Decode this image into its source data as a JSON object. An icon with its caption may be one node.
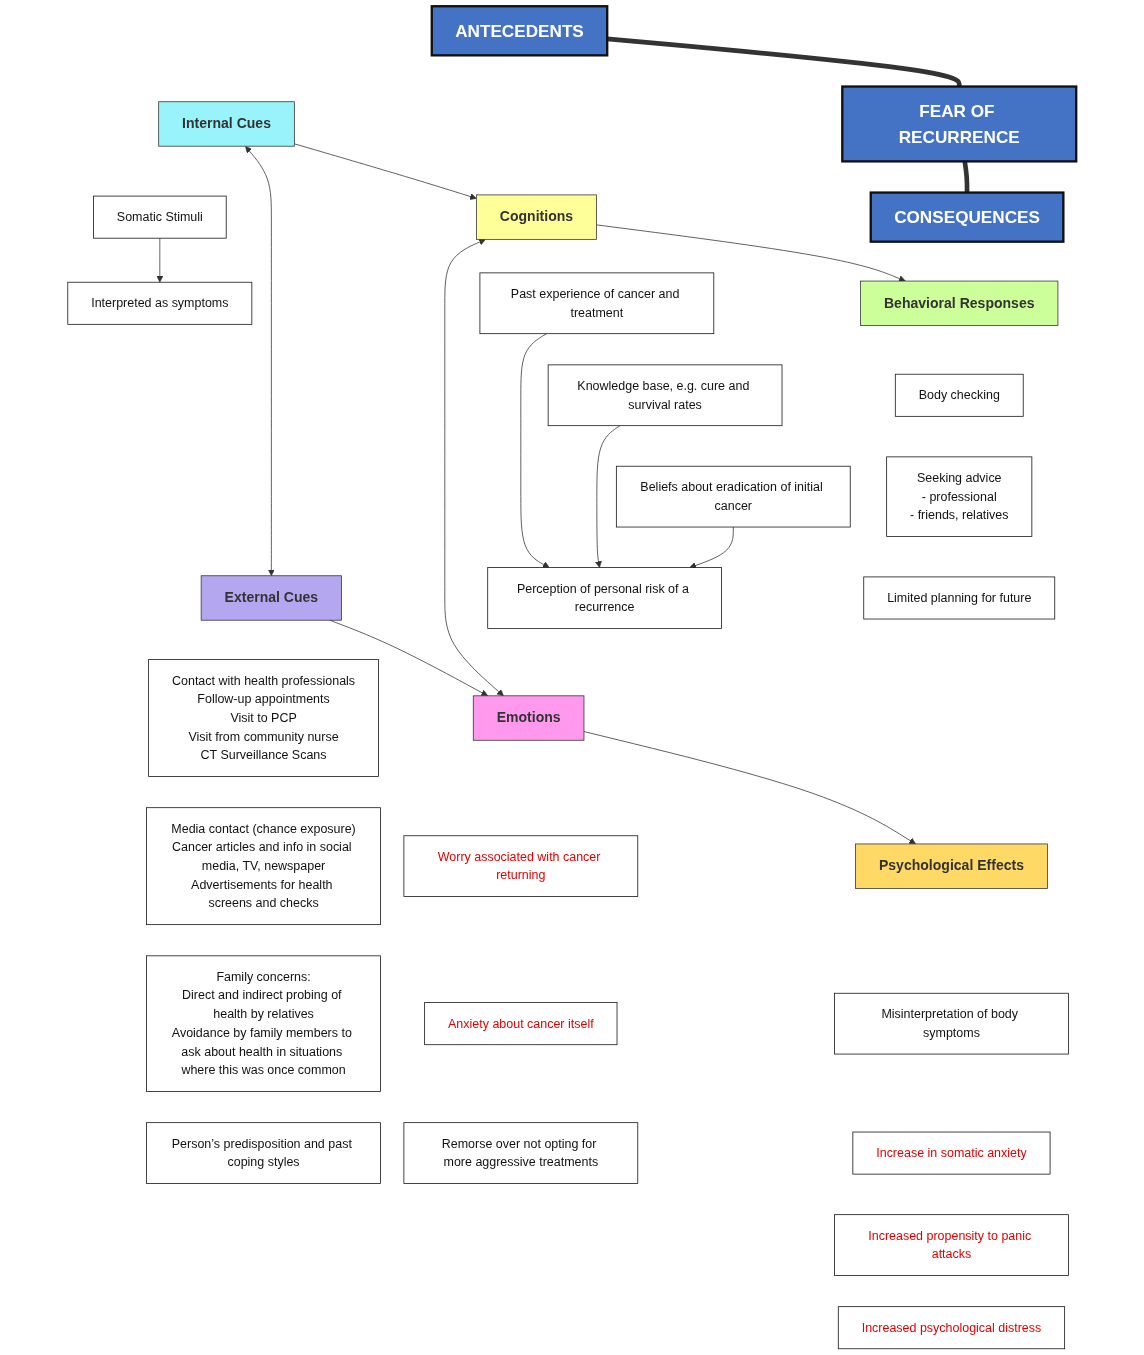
{
  "diagram": {
    "nodes": [
      {
        "text": [
          "ANTECEDENTS"
        ]
      },
      {
        "text": [
          "FEAR OF RECURRENCE"
        ]
      },
      {
        "text": [
          "CONSEQUENCES"
        ]
      },
      {
        "text": [
          "Internal Cues"
        ]
      },
      {
        "text": [
          "Somatic Stimuli"
        ]
      },
      {
        "text": [
          "Interpreted as symptoms"
        ]
      },
      {
        "text": [
          "External Cues"
        ]
      },
      {
        "text": [
          "Contact with health professionals",
          "Follow-up appointments",
          "Visit to PCP",
          "Visit from community nurse",
          "CT Surveillance Scans"
        ]
      },
      {
        "text": [
          "Media contact (chance exposure)",
          "Cancer articles and info in social media, TV, newspaper",
          "Advertisements for health screens and checks"
        ]
      },
      {
        "text": [
          "Family concerns:",
          "Direct and indirect probing of health by relatives",
          "Avoidance by family members to ask about health in situations where this was once common"
        ]
      },
      {
        "text": [
          "Person’s predisposition and past coping styles"
        ]
      },
      {
        "text": [
          "Cognitions"
        ]
      },
      {
        "text": [
          "Past experience of cancer and treatment"
        ]
      },
      {
        "text": [
          "Knowledge base, e.g. cure and survival rates"
        ]
      },
      {
        "text": [
          "Beliefs about eradication of initial cancer"
        ]
      },
      {
        "text": [
          "Perception of personal risk of a recurrence"
        ]
      },
      {
        "text": [
          "Emotions"
        ]
      },
      {
        "text": [
          "Worry associated with cancer returning"
        ]
      },
      {
        "text": [
          "Anxiety about cancer itself"
        ]
      },
      {
        "text": [
          "Remorse over not opting for more aggressive treatments"
        ]
      },
      {
        "text": [
          "Behavioral Responses"
        ]
      },
      {
        "text": [
          "Body checking"
        ]
      },
      {
        "text": [
          "Seeking advice",
          "- professional",
          "- friends, relatives"
        ]
      },
      {
        "text": [
          "Limited planning for future"
        ]
      },
      {
        "text": [
          "Psychological Effects"
        ]
      },
      {
        "text": [
          "Misinterpretation of body symptoms"
        ]
      },
      {
        "text": [
          "Increase in somatic anxiety"
        ]
      },
      {
        "text": [
          "Increased propensity to panic attacks"
        ]
      },
      {
        "text": [
          "Increased psychological distress"
        ]
      }
    ],
    "edges": [
      {
        "from": 0,
        "to": 1,
        "arrow": "none",
        "style": "thick"
      },
      {
        "from": 1,
        "to": 2,
        "arrow": "none",
        "style": "thick"
      },
      {
        "from": 3,
        "to": 11,
        "arrow": "to"
      },
      {
        "from": 4,
        "to": 5,
        "arrow": "to"
      },
      {
        "from": 3,
        "to": 6,
        "arrow": "both"
      },
      {
        "from": 6,
        "to": 16,
        "arrow": "to"
      },
      {
        "from": 12,
        "to": 15,
        "arrow": "to"
      },
      {
        "from": 13,
        "to": 15,
        "arrow": "to"
      },
      {
        "from": 14,
        "to": 15,
        "arrow": "to"
      },
      {
        "from": 11,
        "to": 20,
        "arrow": "to"
      },
      {
        "from": 11,
        "to": 16,
        "arrow": "both"
      },
      {
        "from": 16,
        "to": 24,
        "arrow": "to"
      }
    ]
  }
}
